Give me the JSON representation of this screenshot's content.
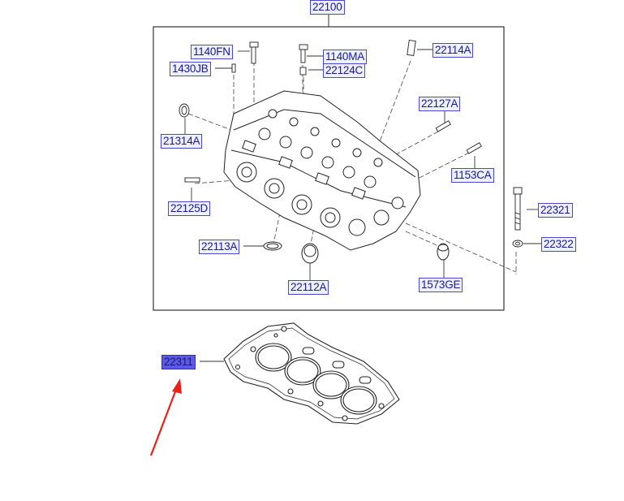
{
  "diagram": {
    "assembly_number": "22100",
    "part_labels": {
      "p1140FN": "1140FN",
      "p1430JB": "1430JB",
      "p1140MA": "1140MA",
      "p22124C": "22124C",
      "p22114A": "22114A",
      "p22127A": "22127A",
      "p21314A": "21314A",
      "p1153CA": "1153CA",
      "p22125D": "22125D",
      "p22321": "22321",
      "p22322": "22322",
      "p22113A": "22113A",
      "p22112A": "22112A",
      "p1573GE": "1573GE",
      "p22311": "22311"
    },
    "selected_part": "22311",
    "colors": {
      "callout_border": "#4a4acf",
      "callout_fill": "#eef0ff",
      "callout_selected_fill": "#5a5ae6",
      "pointer_arrow": "#e8211b",
      "line_art": "#222222"
    }
  }
}
